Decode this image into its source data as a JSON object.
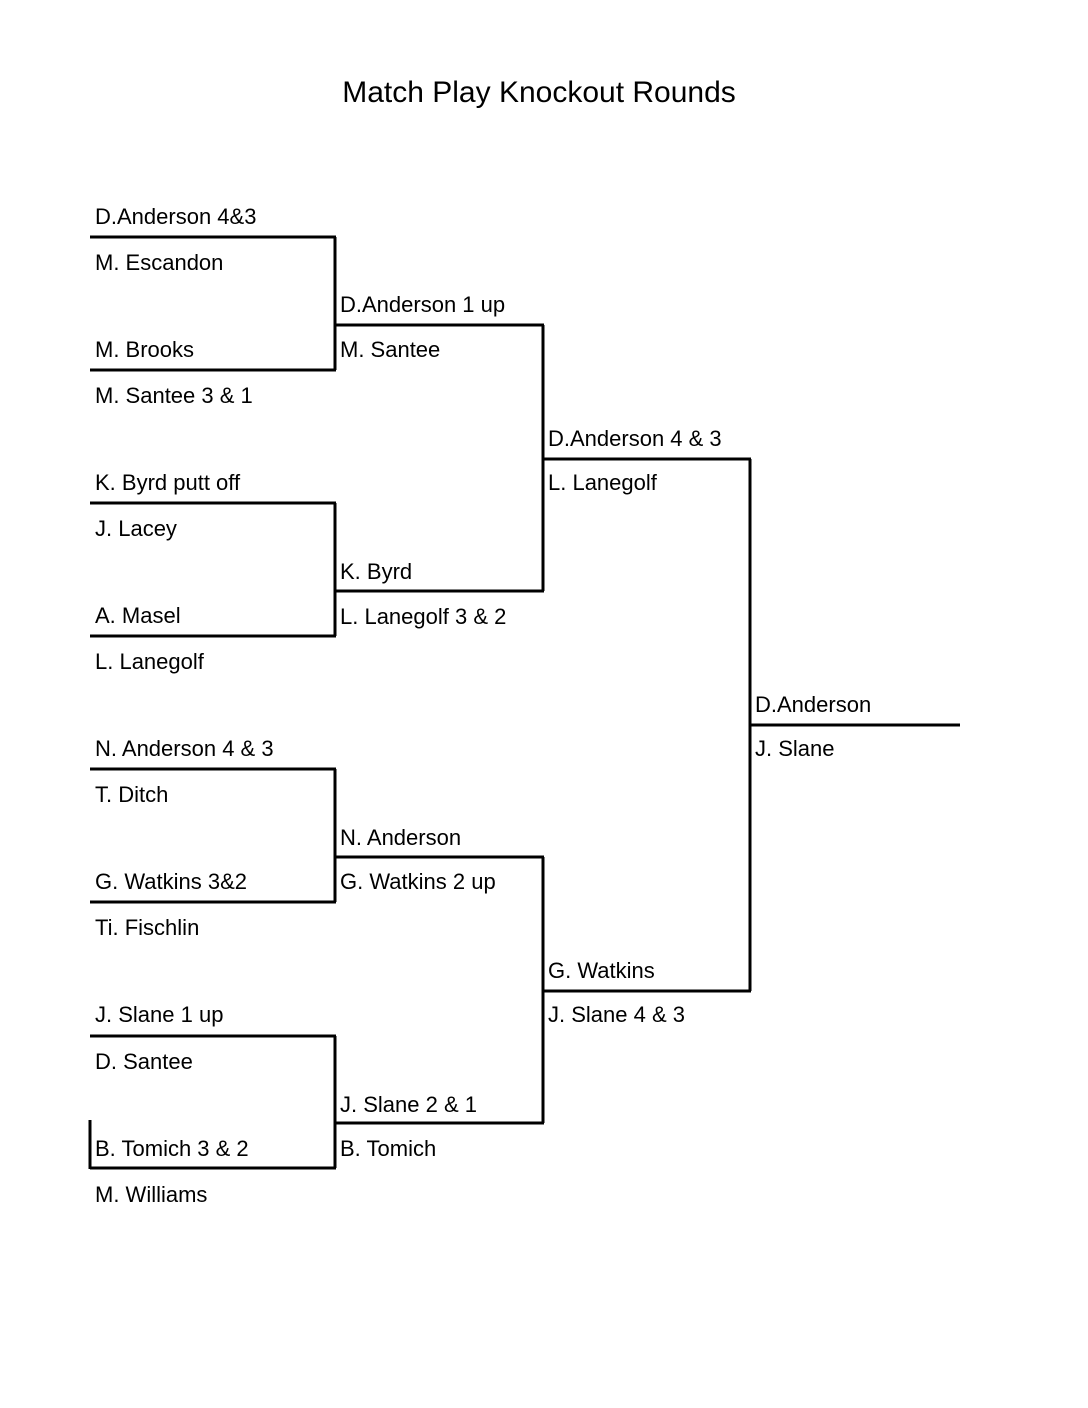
{
  "title": "Match Play Knockout Rounds",
  "rounds": {
    "round1": [
      "D.Anderson 4&3",
      "M. Escandon",
      "M. Brooks",
      "M. Santee 3 & 1",
      "K. Byrd putt off",
      "J. Lacey",
      "A. Masel",
      "L. Lanegolf",
      "N. Anderson 4 & 3",
      "T. Ditch",
      "G. Watkins 3&2",
      "Ti. Fischlin",
      "J. Slane 1 up",
      "D. Santee",
      "B. Tomich 3 & 2",
      "M. Williams"
    ],
    "round2": [
      "D.Anderson 1 up",
      "M. Santee",
      "K. Byrd",
      "L. Lanegolf 3 & 2",
      "N. Anderson",
      "G. Watkins 2 up",
      "J. Slane 2 & 1",
      "B. Tomich"
    ],
    "round3": [
      "D.Anderson 4 & 3",
      "L. Lanegolf",
      "G. Watkins",
      "J. Slane 4 & 3"
    ],
    "final": [
      "D.Anderson",
      "J. Slane"
    ]
  }
}
